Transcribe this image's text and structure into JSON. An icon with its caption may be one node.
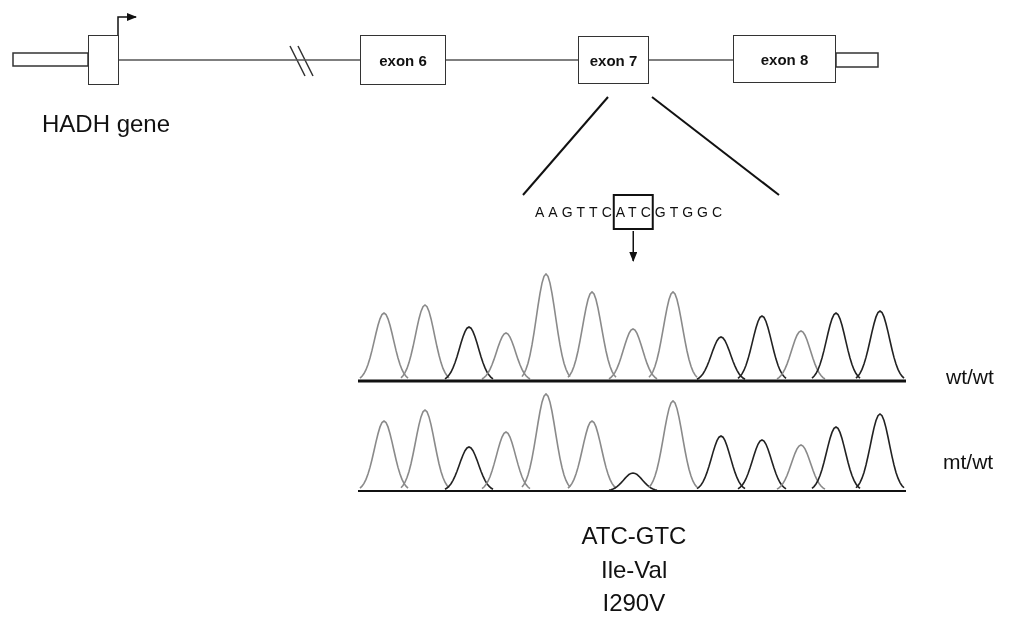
{
  "diagram": {
    "nodes": [
      {
        "text": [],
        "shape": "box"
      },
      {
        "text": [
          "exon 6"
        ]
      },
      {
        "text": [
          "exon 7"
        ]
      },
      {
        "text": [
          "exon 8"
        ]
      }
    ],
    "edges": [
      {
        "from": 0,
        "to": 1,
        "arrow": "none"
      },
      {
        "from": 1,
        "to": 2,
        "arrow": "none"
      },
      {
        "from": 2,
        "to": 3,
        "arrow": "none"
      }
    ],
    "labels": [
      "HADH gene",
      "AAGTTCATCGTGGC",
      "wt/wt",
      "mt/wt",
      "ATC-GTC",
      "Ile-Val",
      "I290V"
    ]
  }
}
